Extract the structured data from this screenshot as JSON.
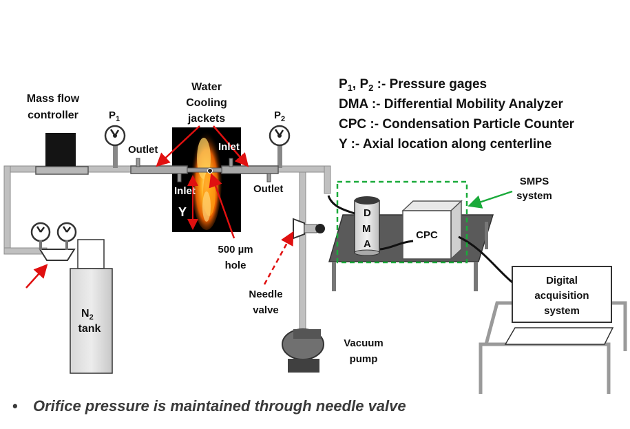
{
  "legend": {
    "p_line": "P1, P2 :- Pressure gages",
    "p_line_parts": {
      "p1": "P",
      "s1": "1",
      "comma": ", P",
      "s2": "2",
      "rest": " :- Pressure gages"
    },
    "dma_line": "DMA :- Differential Mobility Analyzer",
    "cpc_line": "CPC :- Condensation Particle Counter",
    "y_line": "Y :- Axial location along centerline"
  },
  "labels": {
    "mass_flow_1": "Mass flow",
    "mass_flow_2": "controller",
    "water_1": "Water",
    "water_2": "Cooling",
    "water_3": "jackets",
    "p1_main": "P",
    "p1_sub": "1",
    "p2_main": "P",
    "p2_sub": "2",
    "outlet_left": "Outlet",
    "outlet_right": "Outlet",
    "inlet_top": "Inlet",
    "inlet_left": "Inlet",
    "y_axis": "Y",
    "hole_1": "500 µm",
    "hole_2": "hole",
    "needle_1": "Needle",
    "needle_2": "valve",
    "vacuum_1": "Vacuum",
    "vacuum_2": "pump",
    "smps_1": "SMPS",
    "smps_2": "system",
    "dma_d": "D",
    "dma_m": "M",
    "dma_a": "A",
    "cpc": "CPC",
    "digital_1": "Digital",
    "digital_2": "acquisition",
    "digital_3": "system",
    "n2_main": "N",
    "n2_sub": "2",
    "tank": "tank"
  },
  "note": {
    "bullet": "•",
    "text": "Orifice pressure is maintained through needle valve"
  },
  "colors": {
    "pipe": "#c0c0c0",
    "pipe_stroke": "#8c8c8c",
    "arrow_red": "#e01010",
    "smps_green": "#1aaa3a",
    "table_top": "#5a5a5a",
    "flame_bg": "#000000"
  }
}
